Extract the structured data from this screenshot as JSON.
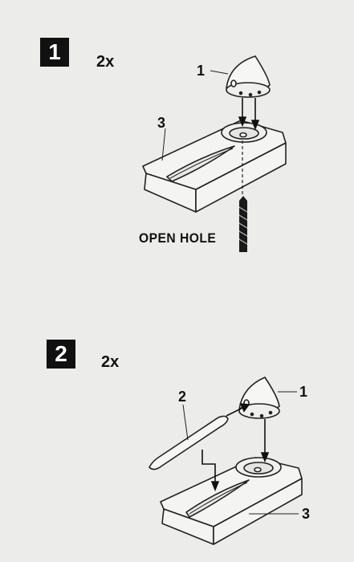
{
  "steps": [
    {
      "number": "1",
      "quantity": "2x",
      "callouts": {
        "spinner": "1",
        "jig": "3"
      },
      "note": "OPEN HOLE"
    },
    {
      "number": "2",
      "quantity": "2x",
      "callouts": {
        "spinner": "1",
        "rod": "2",
        "jig": "3"
      }
    }
  ],
  "icons": [
    "spinner-cone-icon",
    "drill-bit-icon",
    "assembly-jig-icon",
    "rod-part-icon",
    "arrow-icon"
  ]
}
